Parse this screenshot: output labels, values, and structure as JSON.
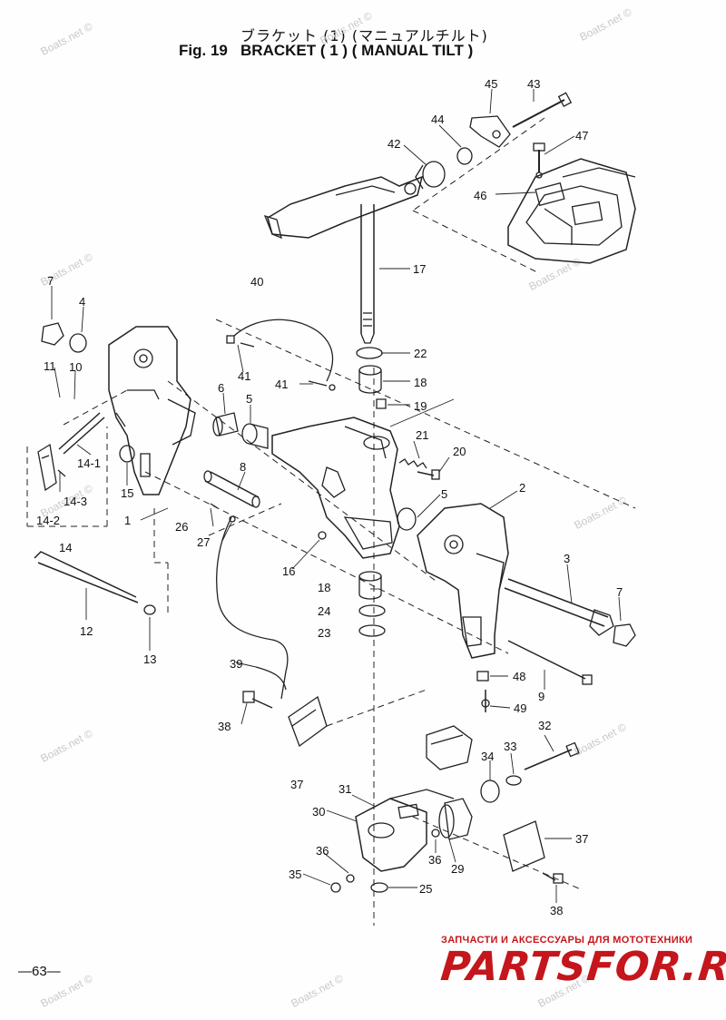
{
  "header": {
    "title_jp": "ブラケット (1) (マニュアルチルト)",
    "title_en": "Fig. 19   BRACKET ( 1 ) ( MANUAL TILT )"
  },
  "footer": {
    "page_number": "—63—",
    "brand_caption": "ЗАПЧАСТИ И АКСЕССУАРЫ ДЛЯ МОТОТЕХНИКИ",
    "brand_logo": "PARTSFOR.RU"
  },
  "watermark": "Boats.net ©",
  "callouts": [
    "45",
    "43",
    "44",
    "47",
    "42",
    "46",
    "17",
    "40",
    "7",
    "4",
    "22",
    "41",
    "18",
    "11",
    "10",
    "6",
    "5",
    "41",
    "19",
    "21",
    "20",
    "14-1",
    "14-3",
    "8",
    "15",
    "1",
    "5",
    "2",
    "26",
    "27",
    "3",
    "14-2",
    "14",
    "16",
    "7",
    "12",
    "18",
    "24",
    "23",
    "13",
    "48",
    "9",
    "39",
    "49",
    "38",
    "32",
    "33",
    "34",
    "37",
    "31",
    "30",
    "37",
    "29",
    "36",
    "36",
    "35",
    "25",
    "38"
  ]
}
